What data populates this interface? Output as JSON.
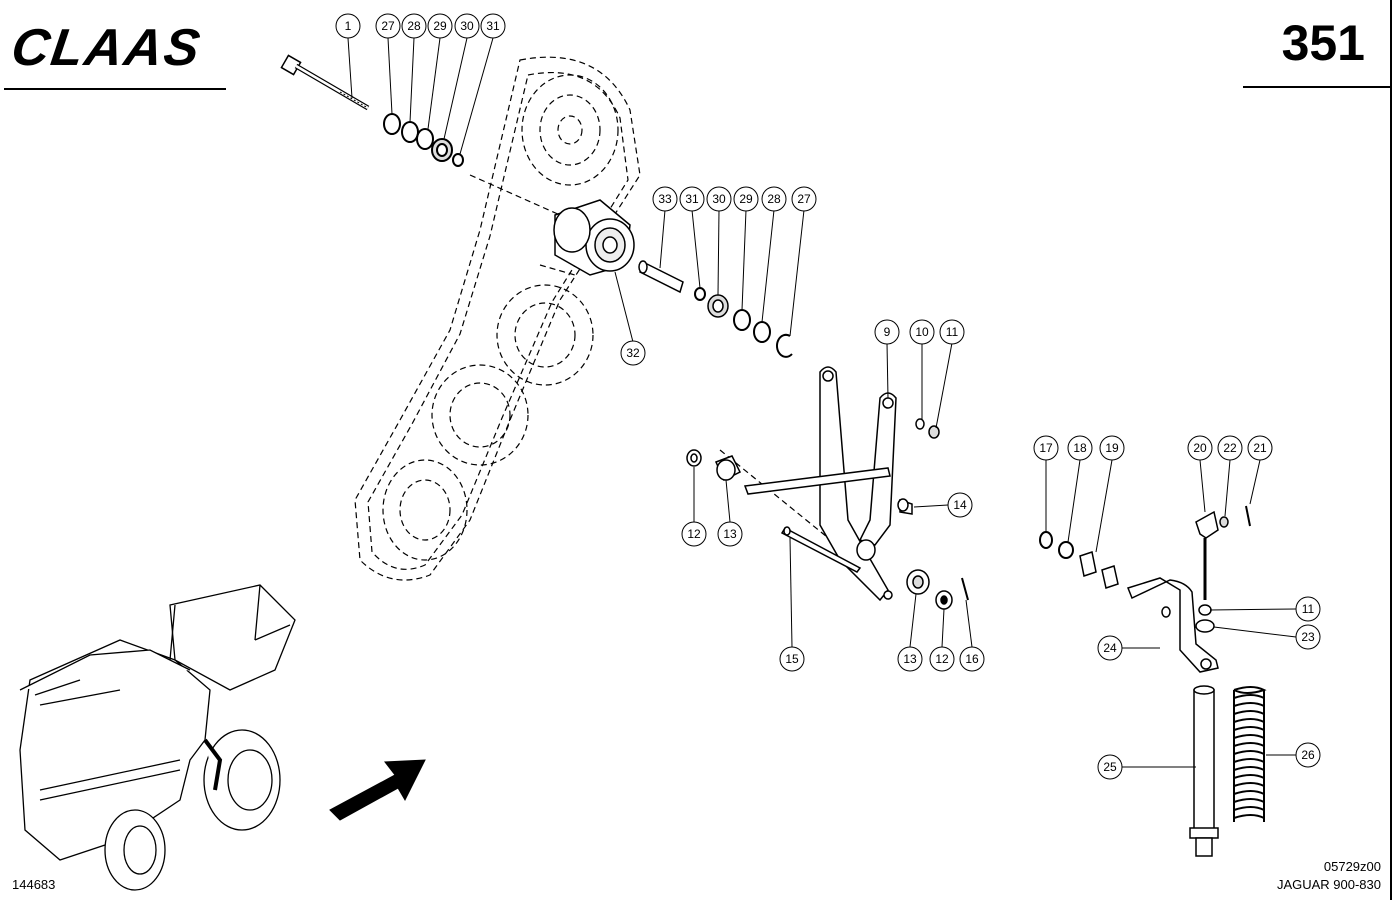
{
  "header": {
    "brand": "CLAAS",
    "page_number": "351"
  },
  "footer": {
    "drawing_id": "144683",
    "figure_code": "05729z00",
    "model": "JAGUAR 900-830"
  },
  "callouts": [
    {
      "label": "1"
    },
    {
      "label": "27"
    },
    {
      "label": "28"
    },
    {
      "label": "29"
    },
    {
      "label": "30"
    },
    {
      "label": "31"
    },
    {
      "label": "33"
    },
    {
      "label": "31"
    },
    {
      "label": "30"
    },
    {
      "label": "29"
    },
    {
      "label": "28"
    },
    {
      "label": "27"
    },
    {
      "label": "32"
    },
    {
      "label": "9"
    },
    {
      "label": "10"
    },
    {
      "label": "11"
    },
    {
      "label": "14"
    },
    {
      "label": "12"
    },
    {
      "label": "13"
    },
    {
      "label": "15"
    },
    {
      "label": "13"
    },
    {
      "label": "12"
    },
    {
      "label": "16"
    },
    {
      "label": "17"
    },
    {
      "label": "18"
    },
    {
      "label": "19"
    },
    {
      "label": "20"
    },
    {
      "label": "22"
    },
    {
      "label": "21"
    },
    {
      "label": "11"
    },
    {
      "label": "23"
    },
    {
      "label": "24"
    },
    {
      "label": "25"
    },
    {
      "label": "26"
    }
  ]
}
